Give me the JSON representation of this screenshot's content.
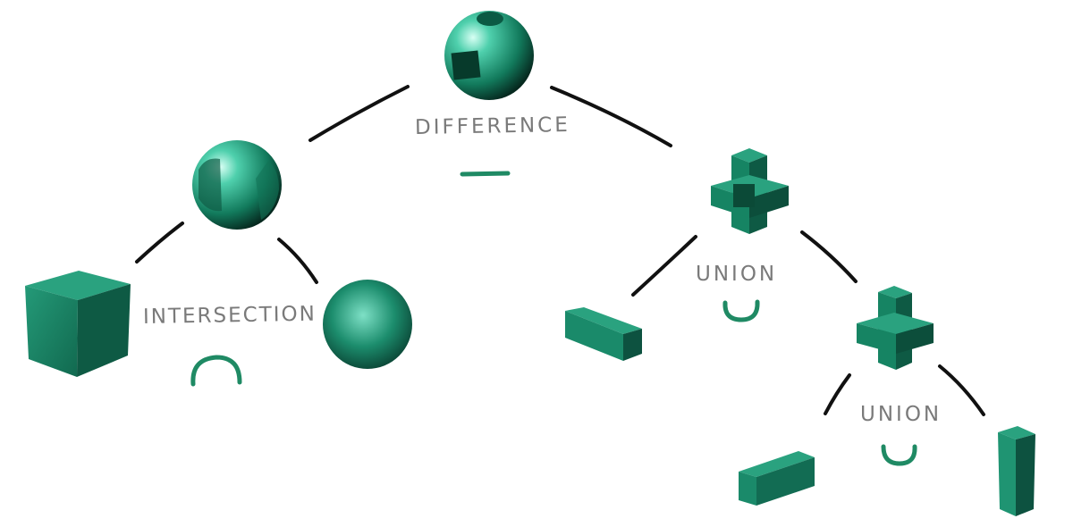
{
  "labels": {
    "difference": "DIFFERENCE",
    "intersection": "INTERSECTION",
    "union_top": "UNION",
    "union_bottom": "UNION"
  },
  "colors": {
    "shape_main": "#1a8a6a",
    "shape_dark": "#0c4a38",
    "shape_light": "#3ec0a0",
    "operator_symbol": "#1f8a64",
    "edge": "#111111",
    "label_text": "#7a7a7a"
  }
}
